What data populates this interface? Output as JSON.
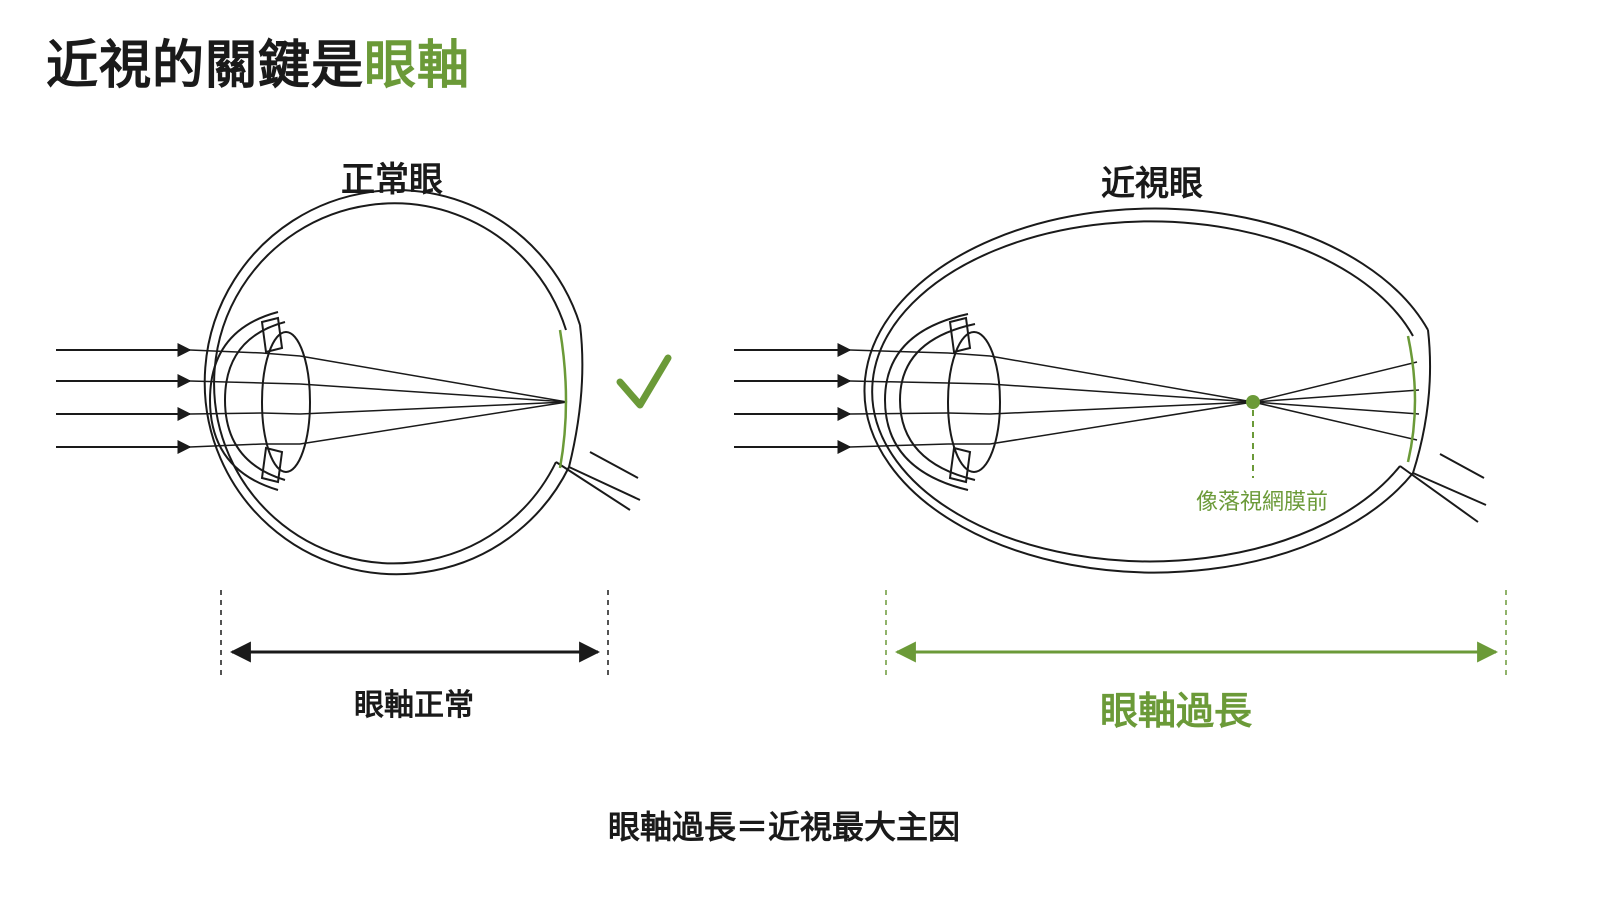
{
  "headline": {
    "prefix": "近視的關鍵是",
    "accent": "眼軸"
  },
  "normal_eye": {
    "title": "正常眼",
    "axis_label": "眼軸正常",
    "status_icon": "check-mark-icon"
  },
  "myopic_eye": {
    "title": "近視眼",
    "axis_label": "眼軸過長",
    "focus_note": "像落視網膜前"
  },
  "conclusion": "眼軸過長＝近視最大主因",
  "colors": {
    "text": "#1a1a1a",
    "accent": "#6b9a38",
    "line": "#1a1a1a"
  }
}
